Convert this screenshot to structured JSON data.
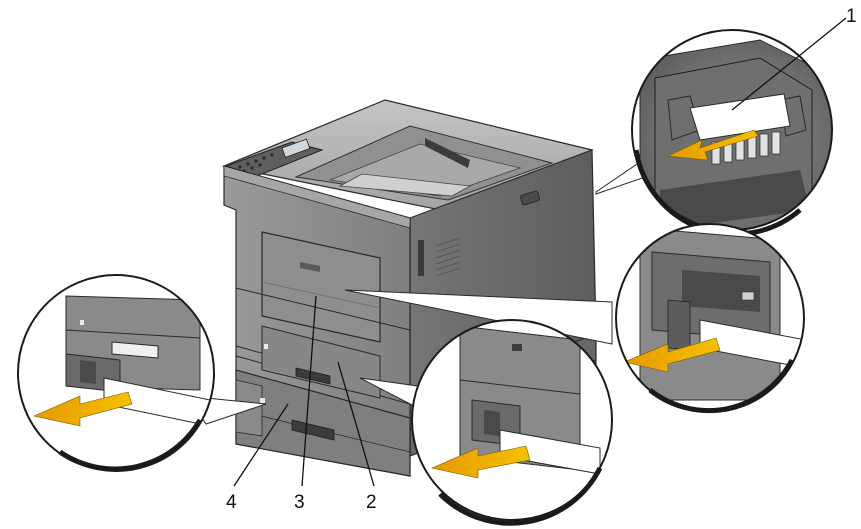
{
  "callouts": [
    {
      "id": "1",
      "label": "1"
    },
    {
      "id": "2",
      "label": "2"
    },
    {
      "id": "3",
      "label": "3"
    },
    {
      "id": "4",
      "label": "4"
    }
  ],
  "colors": {
    "body": "#8c8c8c",
    "body_dark": "#6e6e6e",
    "body_light": "#b4b4b4",
    "outline": "#2a2a2a",
    "arrow": "#e8a800",
    "paper": "#ffffff"
  },
  "icons": [
    "pull-arrow-icon",
    "paper-sheet-icon"
  ]
}
